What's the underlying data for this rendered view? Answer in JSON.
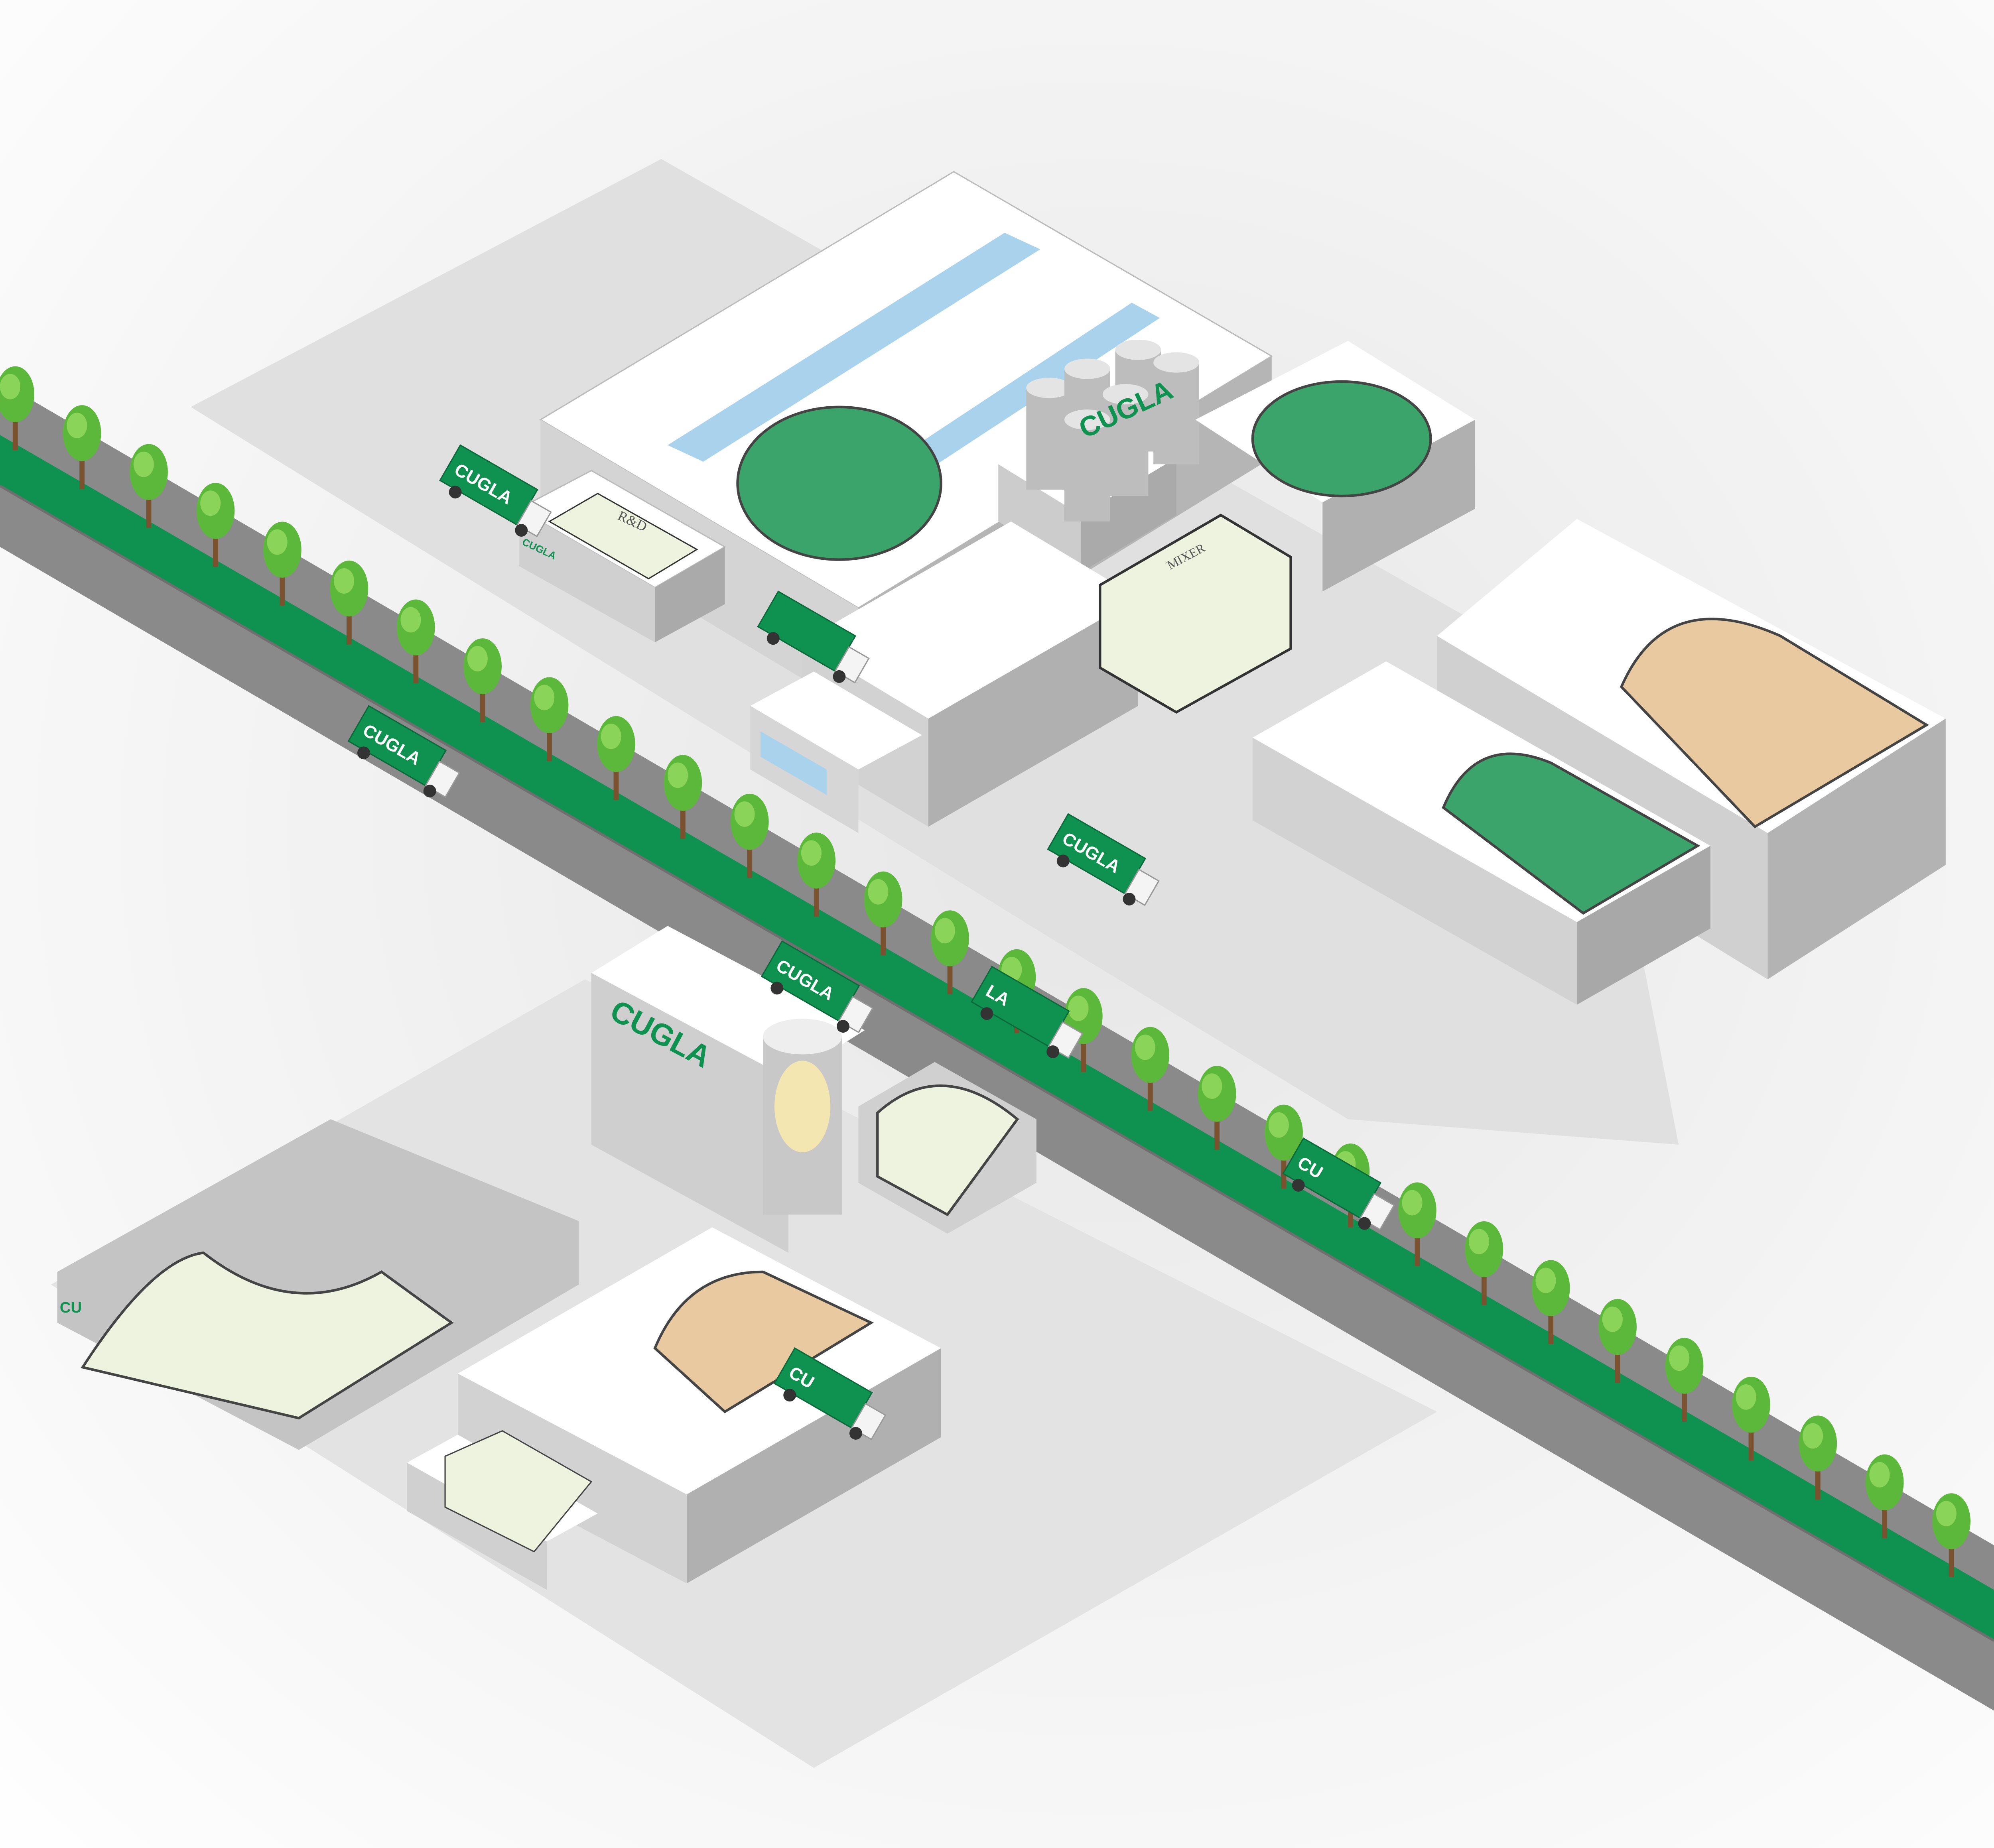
{
  "brand": "CUGLA",
  "labels": {
    "rnd": "R&D",
    "mixer": "MIXER",
    "cugla_short": "CU",
    "cugla_partial": "LA"
  },
  "colors": {
    "brand_green": "#0f9150",
    "road": "#8a8a8a",
    "roof": "#ffffff",
    "wall": "#c9c9c9",
    "floor": "#eef3e0",
    "skylight": "#a9d3ec"
  }
}
